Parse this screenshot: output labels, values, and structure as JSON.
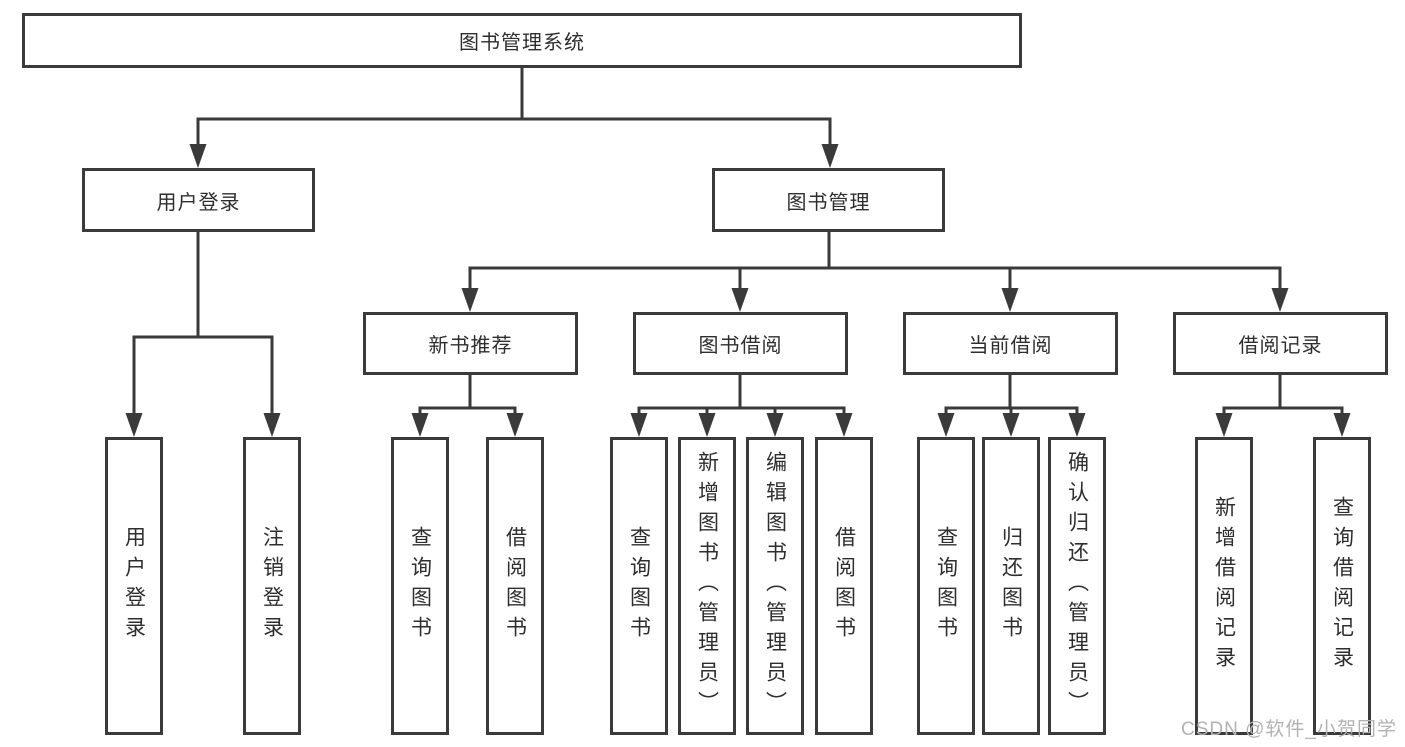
{
  "colors": {
    "line": "#3a3a3a",
    "box_border": "#3a3a3a",
    "text": "#2e2e2e",
    "watermark": "#b2b2b2",
    "background": "#ffffff"
  },
  "tree": {
    "root": {
      "label": "图书管理系统"
    },
    "level1": [
      {
        "label": "用户登录",
        "children": [
          {
            "label": "用户登录"
          },
          {
            "label": "注销登录"
          }
        ]
      },
      {
        "label": "图书管理",
        "sections": [
          {
            "label": "新书推荐",
            "children": [
              {
                "label": "查询图书"
              },
              {
                "label": "借阅图书"
              }
            ]
          },
          {
            "label": "图书借阅",
            "children": [
              {
                "label": "查询图书"
              },
              {
                "label": "新增图书（管理员）"
              },
              {
                "label": "编辑图书（管理员）"
              },
              {
                "label": "借阅图书"
              }
            ]
          },
          {
            "label": "当前借阅",
            "children": [
              {
                "label": "查询图书"
              },
              {
                "label": "归还图书"
              },
              {
                "label": "确认归还（管理员）"
              }
            ]
          },
          {
            "label": "借阅记录",
            "children": [
              {
                "label": "新增借阅记录"
              },
              {
                "label": "查询借阅记录"
              }
            ]
          }
        ]
      }
    ]
  },
  "watermark": {
    "text": "CSDN @软件_小贺同学"
  }
}
